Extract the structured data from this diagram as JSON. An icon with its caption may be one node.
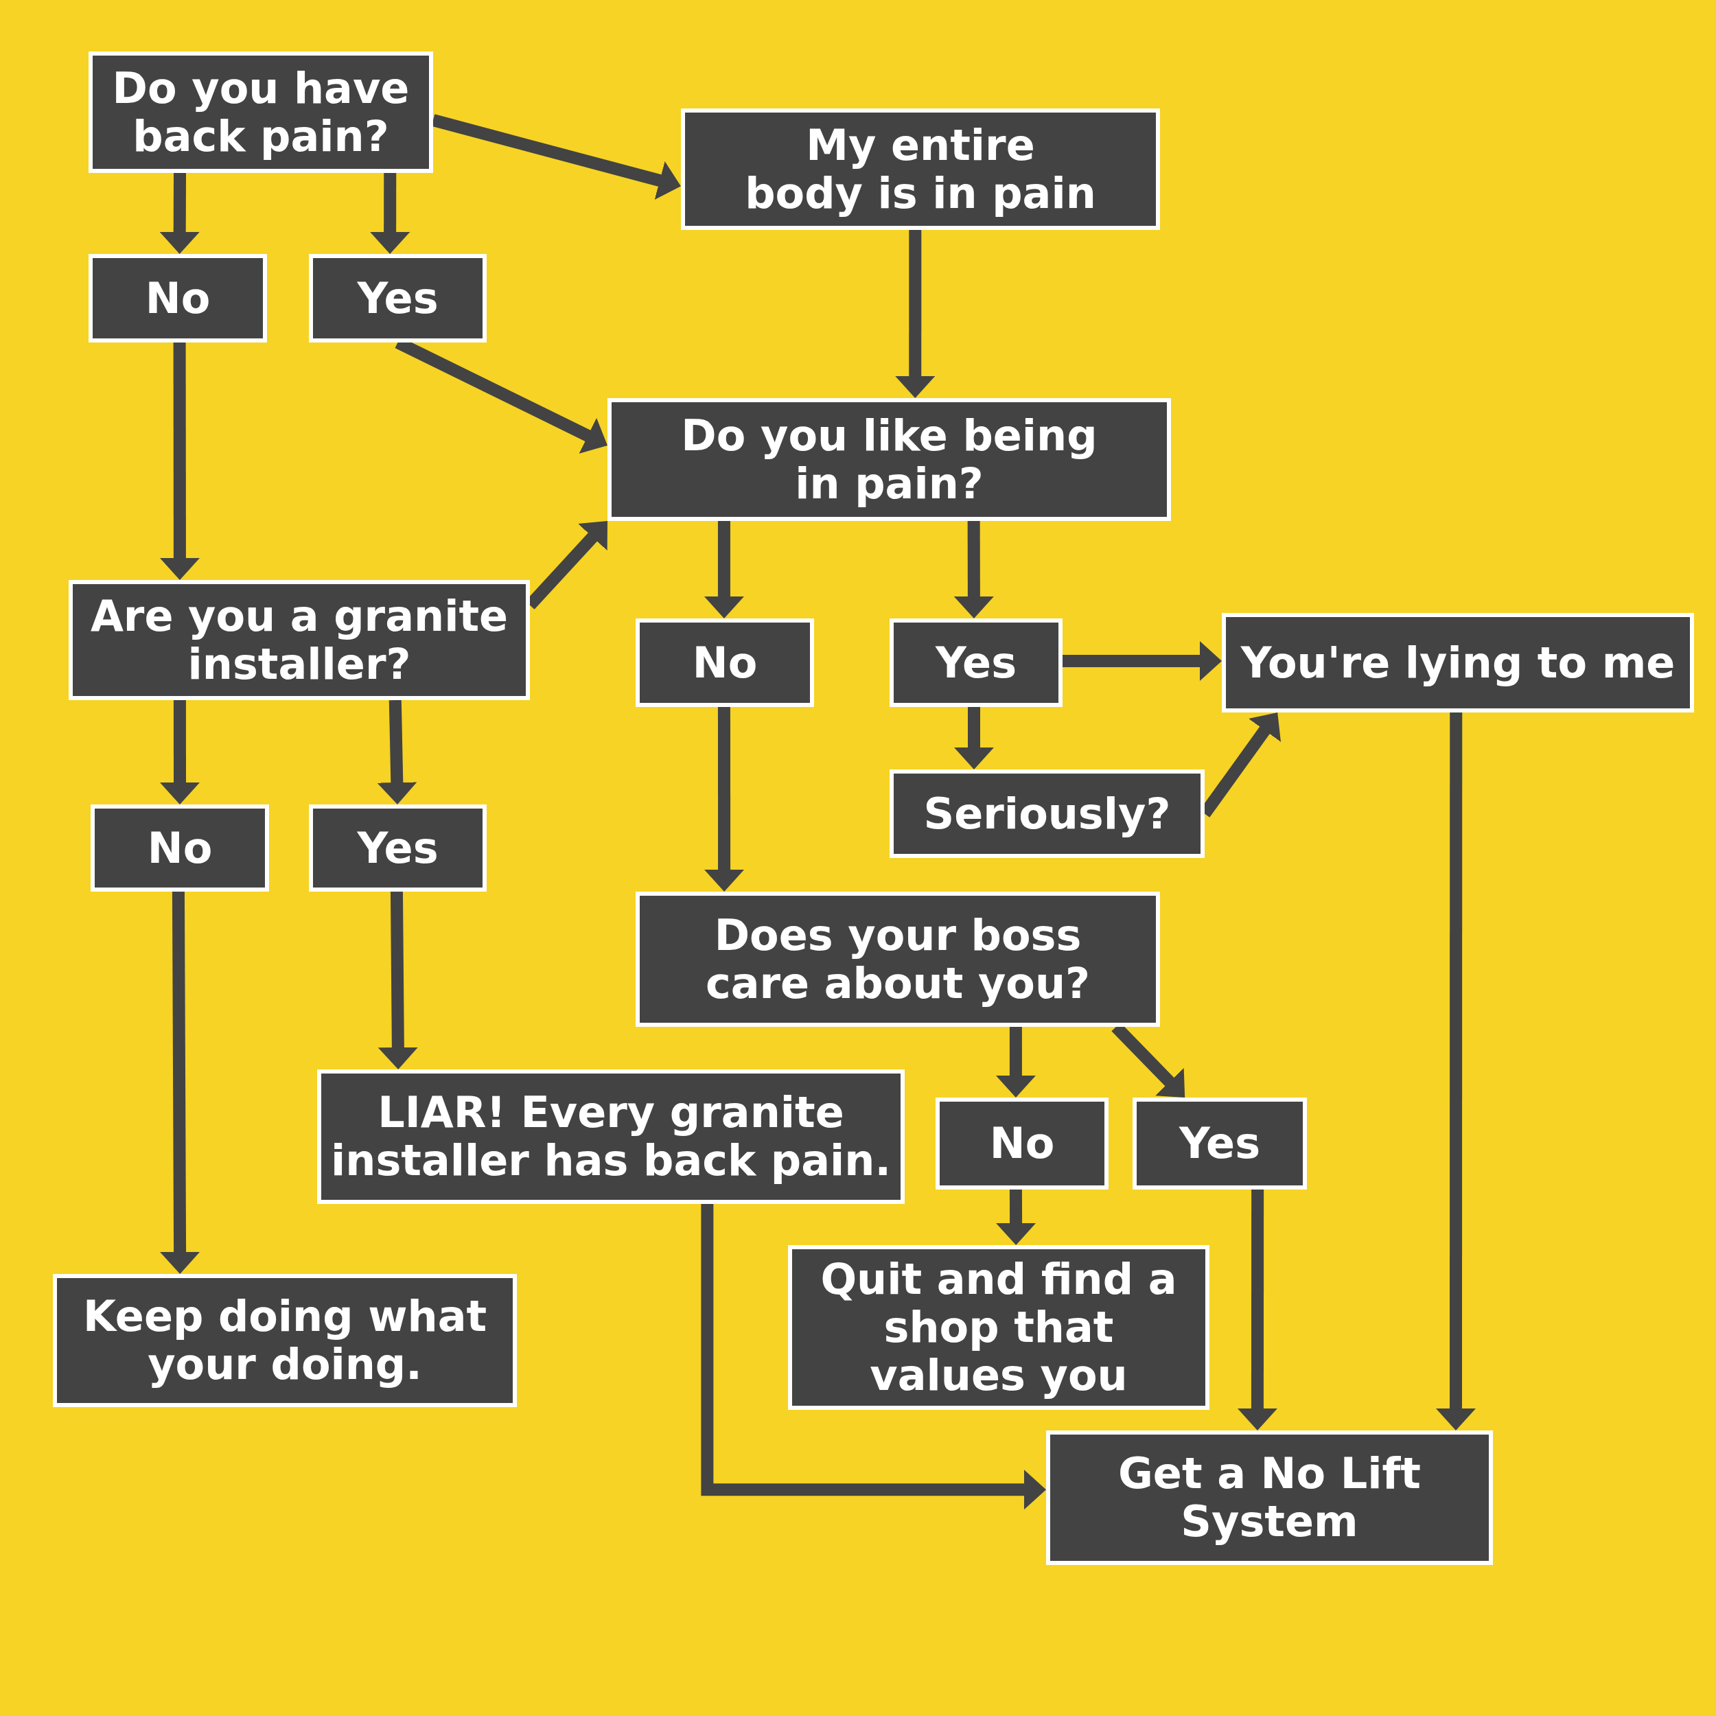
{
  "diagram": {
    "nodes": [
      {
        "text": [
          "Do you have back pain?"
        ]
      },
      {
        "text": [
          "My entire body is in pain"
        ]
      },
      {
        "text": [
          "No"
        ]
      },
      {
        "text": [
          "Yes"
        ]
      },
      {
        "text": [
          "Do you like being in pain?"
        ]
      },
      {
        "text": [
          "Are you a granite installer?"
        ]
      },
      {
        "text": [
          "No"
        ]
      },
      {
        "text": [
          "Yes"
        ]
      },
      {
        "text": [
          "You're lying to me"
        ]
      },
      {
        "text": [
          "Seriously?"
        ]
      },
      {
        "text": [
          "No"
        ]
      },
      {
        "text": [
          "Yes"
        ]
      },
      {
        "text": [
          "Does your boss care about you?"
        ]
      },
      {
        "text": [
          "LIAR! Every granite installer has back pain."
        ]
      },
      {
        "text": [
          "No"
        ]
      },
      {
        "text": [
          "Yes"
        ]
      },
      {
        "text": [
          "Keep doing what your doing."
        ]
      },
      {
        "text": [
          "Quit and find a shop that values you"
        ]
      },
      {
        "text": [
          "Get a No Lift System"
        ]
      }
    ],
    "edges": [
      {
        "from": 0,
        "to": 1,
        "arrow": "to"
      },
      {
        "from": 0,
        "to": 2,
        "arrow": "to"
      },
      {
        "from": 0,
        "to": 3,
        "arrow": "to"
      },
      {
        "from": 1,
        "to": 4,
        "arrow": "to"
      },
      {
        "from": 2,
        "to": 5,
        "arrow": "to"
      },
      {
        "from": 3,
        "to": 4,
        "arrow": "to"
      },
      {
        "from": 5,
        "to": 4,
        "arrow": "to"
      },
      {
        "from": 4,
        "to": 6,
        "arrow": "to"
      },
      {
        "from": 4,
        "to": 7,
        "arrow": "to"
      },
      {
        "from": 7,
        "to": 8,
        "arrow": "to"
      },
      {
        "from": 7,
        "to": 9,
        "arrow": "to"
      },
      {
        "from": 9,
        "to": 8,
        "arrow": "to"
      },
      {
        "from": 6,
        "to": 12,
        "arrow": "to"
      },
      {
        "from": 5,
        "to": 10,
        "arrow": "to"
      },
      {
        "from": 5,
        "to": 11,
        "arrow": "to"
      },
      {
        "from": 11,
        "to": 13,
        "arrow": "to"
      },
      {
        "from": 10,
        "to": 16,
        "arrow": "to"
      },
      {
        "from": 12,
        "to": 14,
        "arrow": "to"
      },
      {
        "from": 12,
        "to": 15,
        "arrow": "to"
      },
      {
        "from": 14,
        "to": 17,
        "arrow": "to"
      },
      {
        "from": 15,
        "to": 18,
        "arrow": "to"
      },
      {
        "from": 8,
        "to": 18,
        "arrow": "to"
      },
      {
        "from": 13,
        "to": 18,
        "arrow": "to"
      }
    ]
  }
}
